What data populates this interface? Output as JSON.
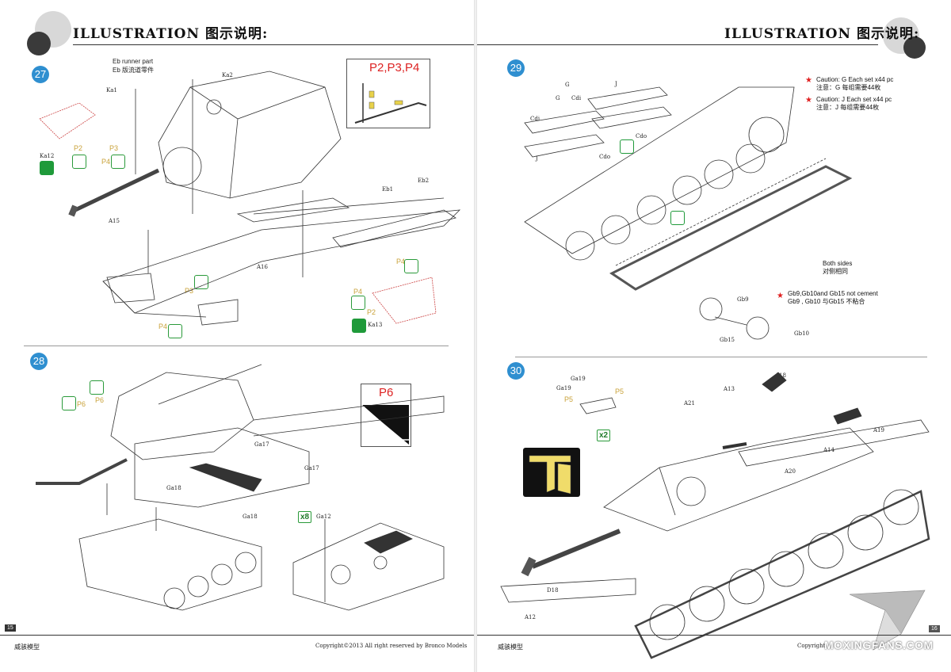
{
  "header": {
    "title": "ILLUSTRATION 图示说明:"
  },
  "steps": {
    "s27": {
      "number": "27",
      "labels": {
        "eb_runner_en": "Eb runner part",
        "eb_runner_cn": "Eb 版流道零件",
        "ka1": "Ka1",
        "ka2": "Ka2",
        "ka12": "Ka12",
        "ka13": "Ka13",
        "eb1": "Eb1",
        "eb2": "Eb2",
        "a15": "A15",
        "a16": "A16",
        "p2": "P2",
        "p3": "P3",
        "p4": "P4"
      },
      "inset_title": "P2,P3,P4"
    },
    "s28": {
      "number": "28",
      "labels": {
        "p6": "P6",
        "ga17": "Ga17",
        "ga18": "Ga18",
        "ga12": "Ga12"
      },
      "inset_title": "P6",
      "count_badge": "x8"
    },
    "s29": {
      "number": "29",
      "labels": {
        "g": "G",
        "j": "J",
        "cdi": "Cdi",
        "cdo": "Cdo",
        "gb9": "Gb9",
        "gb15": "Gb15",
        "gb10": "Gb10"
      },
      "notes": {
        "caution_g_en": "Caution: G Each set x44 pc",
        "caution_g_cn": "注意：G 每组需要44枚",
        "caution_j_en": "Caution: J Each set x44 pc",
        "caution_j_cn": "注意：J 每组需要44枚",
        "both_sides_en": "Both sides",
        "both_sides_cn": "对侧相同",
        "gb_note_en": "Gb9,Gb10and Gb15 not cement",
        "gb_note_cn": "Gb9 , Gb10 与Gb15 不粘合"
      }
    },
    "s30": {
      "number": "30",
      "labels": {
        "ga19": "Ga19",
        "p5": "P5",
        "a18": "A18",
        "a13": "A13",
        "a21": "A21",
        "a19": "A19",
        "a14": "A14",
        "a20": "A20",
        "d18": "D18",
        "a12": "A12"
      },
      "inset_title": "P5",
      "count_badge": "x2"
    }
  },
  "footer": {
    "left_brand": "威骇模型",
    "copyright": "Copyright©2013  All right reserved by Bronco Models",
    "right_brand": "威骇模型",
    "copyright_right": "Copyright",
    "page_left": "15",
    "page_right": "16",
    "watermark": "MOXINGFANS.COM"
  },
  "colors": {
    "step_blue": "#2f8fd0",
    "caution_red": "#e02020",
    "pe_gold": "#c9a23a",
    "icon_green": "#1f9a3a"
  }
}
